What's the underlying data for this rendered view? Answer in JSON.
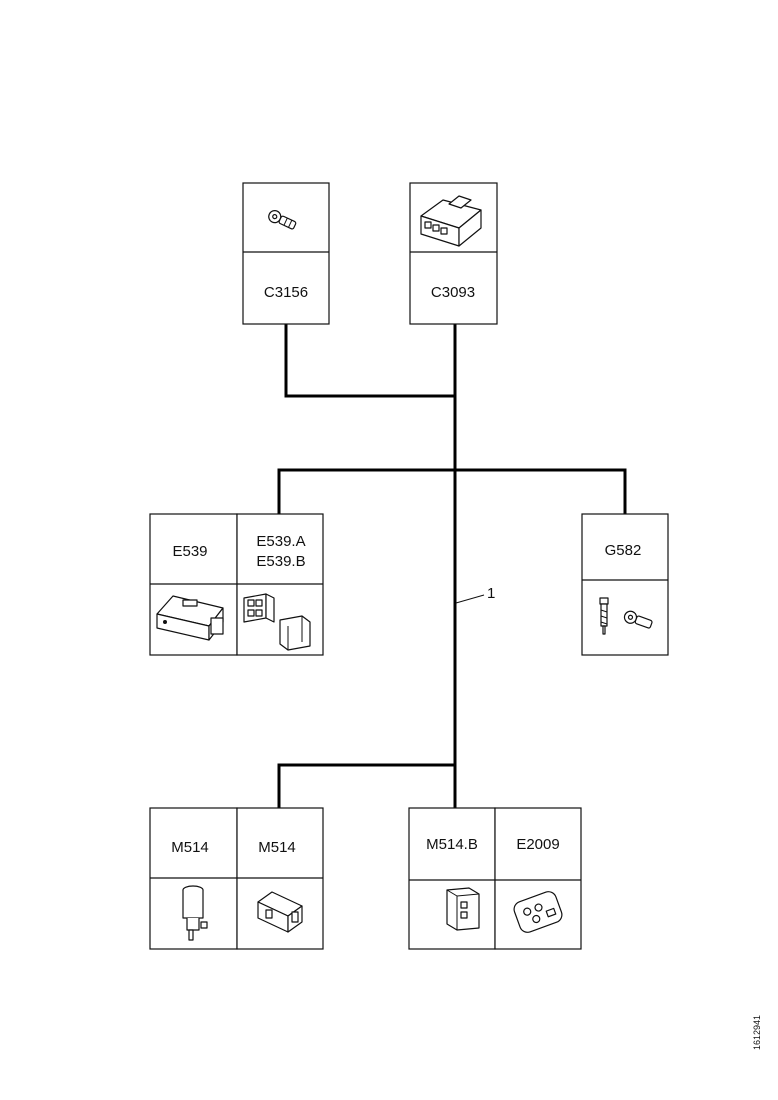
{
  "connectors": {
    "c3156": {
      "label": "C3156",
      "icon": "ring-terminal-icon"
    },
    "c3093": {
      "label": "C3093",
      "icon": "multi-pin-connector-icon"
    },
    "e539": {
      "label": "E539",
      "icon": "connector-housing-icon"
    },
    "e539ab": {
      "label_a": "E539.A",
      "label_b": "E539.B",
      "icon": "twin-connector-icon"
    },
    "g582": {
      "label": "G582",
      "icon": "bolt-and-ring-terminal-icon"
    },
    "m514_1": {
      "label": "M514",
      "icon": "sensor-icon"
    },
    "m514_2": {
      "label": "M514",
      "icon": "connector-plug-icon"
    },
    "m514b": {
      "label": "M514.B",
      "icon": "connector-socket-icon"
    },
    "e2009": {
      "label": "E2009",
      "icon": "three-pin-connector-icon"
    }
  },
  "harness": {
    "callout": "1"
  },
  "figure": {
    "ref": "1612941"
  }
}
